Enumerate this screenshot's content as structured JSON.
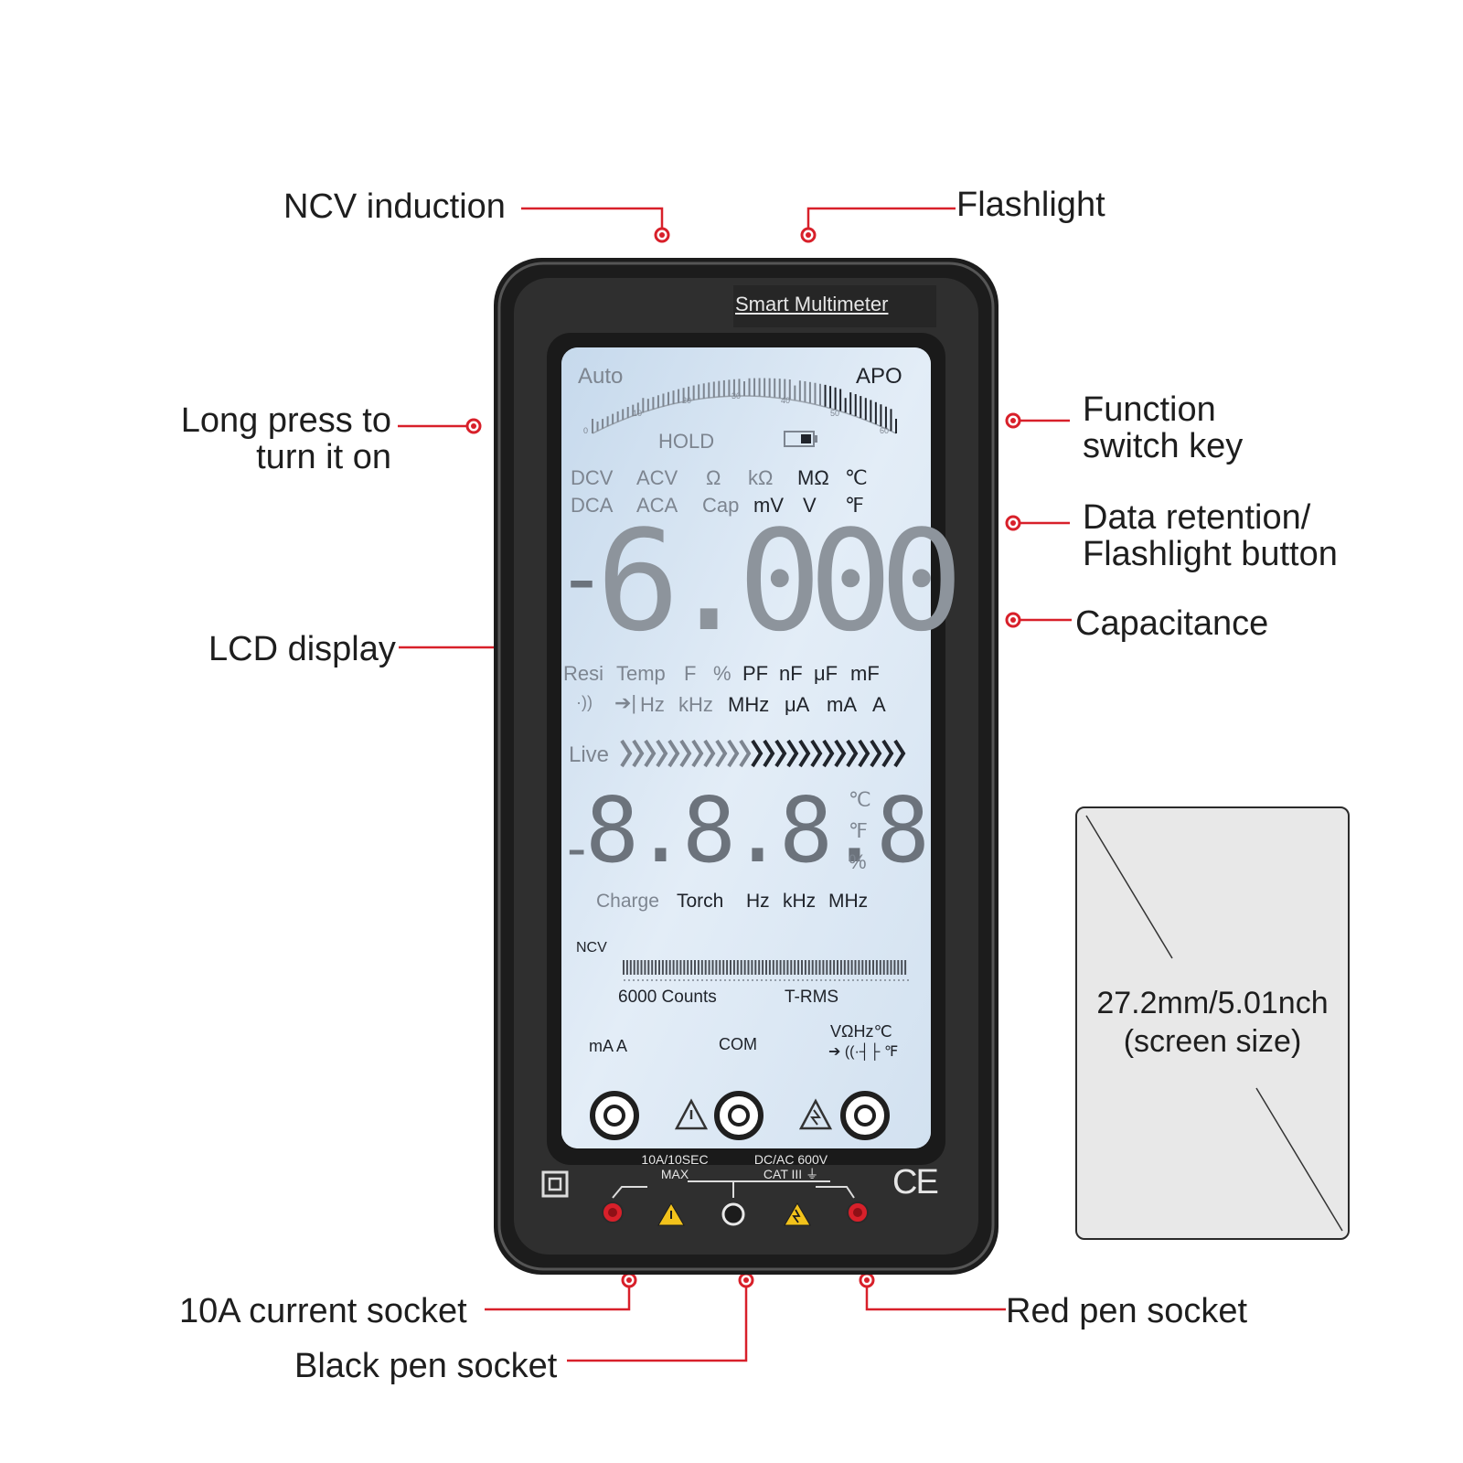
{
  "labels": {
    "ncv_induction": "NCV induction",
    "flashlight": "Flashlight",
    "long_press_line1": "Long press to",
    "long_press_line2": "turn it on",
    "function_line1": "Function",
    "function_line2": "switch key",
    "data_retention_line1": "Data retention/",
    "data_retention_line2": "Flashlight button",
    "capacitance": "Capacitance",
    "lcd_display": "LCD display",
    "current_socket": "10A current socket",
    "black_pen_socket": "Black pen socket",
    "red_pen_socket": "Red pen socket"
  },
  "device": {
    "brand_label": "Smart Multimeter",
    "lcd": {
      "auto": "Auto",
      "apo": "APO",
      "hold": "HOLD",
      "scale_ticks": [
        "0",
        "10",
        "20",
        "30",
        "40",
        "50",
        "60"
      ],
      "mode_row1": [
        "DCV",
        "ACV",
        "Ω",
        "kΩ",
        "MΩ",
        "℃"
      ],
      "mode_row2": [
        "DCA",
        "ACA",
        "Cap",
        "mV",
        "V",
        "℉"
      ],
      "main_sign": "-",
      "main_digits": "6.000",
      "unit_row1": [
        "Resi",
        "Temp",
        "F",
        "%",
        "PF",
        "nF",
        "μF",
        "mF"
      ],
      "unit_row2": [
        "Hz",
        "kHz",
        "MHz",
        "μA",
        "mA",
        "A"
      ],
      "live": "Live",
      "secondary_sign": "-",
      "secondary_digits": "8.8.8.8",
      "secondary_units": [
        "℃",
        "℉",
        "%"
      ],
      "secondary_row": [
        "Charge",
        "Torch",
        "Hz",
        "kHz",
        "MHz"
      ],
      "ncv": "NCV",
      "counts": "6000 Counts",
      "trms": "T-RMS",
      "socket_ma_a": "mA  A",
      "socket_com": "COM",
      "socket_v_line1": "VΩHz℃",
      "socket_v_line2": "℉"
    },
    "bottom": {
      "rating_left_line1": "10A/10SEC",
      "rating_left_line2": "MAX",
      "rating_right_line1": "DC/AC 600V",
      "rating_right_line2": "CAT III",
      "ce_mark": "CE"
    }
  },
  "spec": {
    "size_line1": "27.2mm/5.01nch",
    "size_line2": "(screen size)"
  },
  "colors": {
    "accent_red": "#d8202a",
    "body_dark": "#2b2b2b",
    "lcd_bg": "#d9e6f2",
    "warning_yellow": "#f2c21b"
  }
}
